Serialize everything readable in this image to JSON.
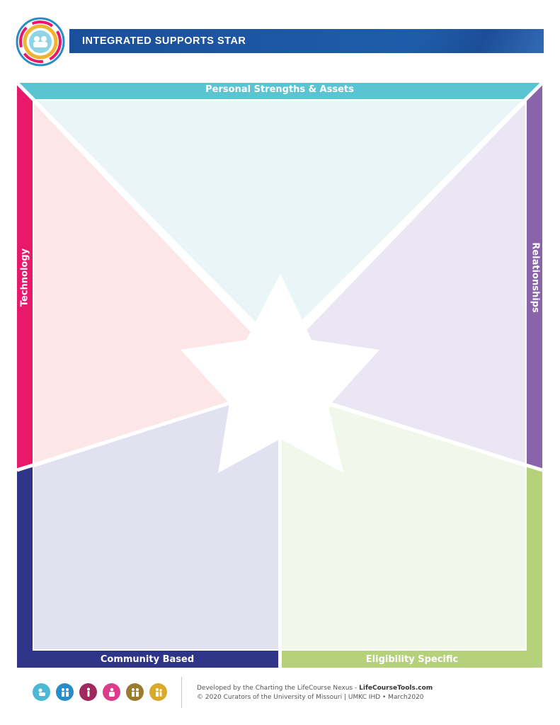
{
  "header": {
    "title": "INTEGRATED SUPPORTS STAR",
    "logo_icon": "lifecourse-logo-icon"
  },
  "star": {
    "top_label": "Personal Strengths & Assets",
    "left_label": "Technology",
    "right_label": "Relationships",
    "bottom_left_label": "Community Based",
    "bottom_right_label": "Eligibility Specific",
    "colors": {
      "top": "#5bc4d2",
      "left": "#e8196b",
      "right": "#8a64aa",
      "bottom_left": "#2e3588",
      "bottom_right": "#b5d27a"
    }
  },
  "footer": {
    "icons": [
      {
        "name": "daily-life-icon",
        "color": "#4bb8d4"
      },
      {
        "name": "family-icon",
        "color": "#2a8cc7"
      },
      {
        "name": "health-icon",
        "color": "#a0295e"
      },
      {
        "name": "community-icon",
        "color": "#dc3c89"
      },
      {
        "name": "social-icon",
        "color": "#9b7b2e"
      },
      {
        "name": "citizenship-icon",
        "color": "#d9a92a"
      }
    ],
    "line1_prefix": "Developed by the Charting the LifeCourse Nexus - ",
    "line1_link": "LifeCourseTools.com",
    "line2": "© 2020 Curators of the University of Missouri  |  UMKC IHD  •  March2020"
  }
}
